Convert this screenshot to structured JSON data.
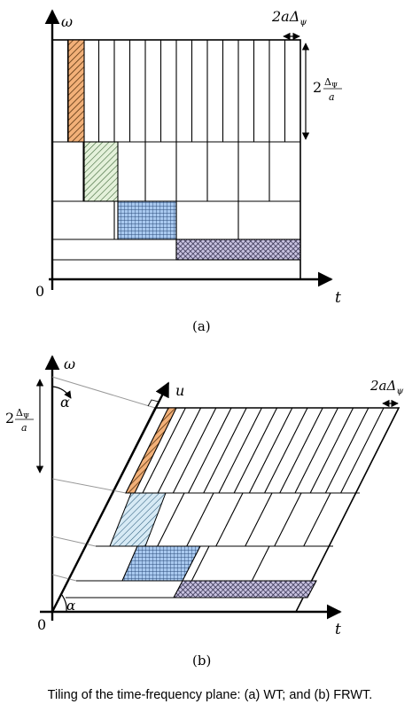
{
  "panel_a": {
    "axis_omega": "ω",
    "axis_t": "t",
    "origin": "0",
    "width_label": "2aΔ",
    "width_label_sub": "ψ",
    "height_label_coef": "2",
    "height_label_num": "Δ",
    "height_label_num_sub": "Ψ",
    "height_label_den": "a",
    "panel_label": "(a)"
  },
  "panel_b": {
    "axis_omega": "ω",
    "axis_t": "t",
    "axis_u": "u",
    "origin": "0",
    "alpha_top": "α",
    "alpha_bottom": "α",
    "width_label": "2aΔ",
    "width_label_sub": "ψ",
    "height_label_coef": "2",
    "height_label_num": "Δ",
    "height_label_num_sub": "Ψ",
    "height_label_den": "a",
    "panel_label": "(b)"
  },
  "caption": "Tiling of the time-frequency plane: (a) WT; and (b) FRWT.",
  "colors": {
    "tile_orange": "#f2b078",
    "tile_green": "#cfe6c2",
    "tile_blue": "#a9c9ef",
    "tile_purple": "#9a8fbf",
    "tile_lightblue": "#c9e1f1"
  }
}
